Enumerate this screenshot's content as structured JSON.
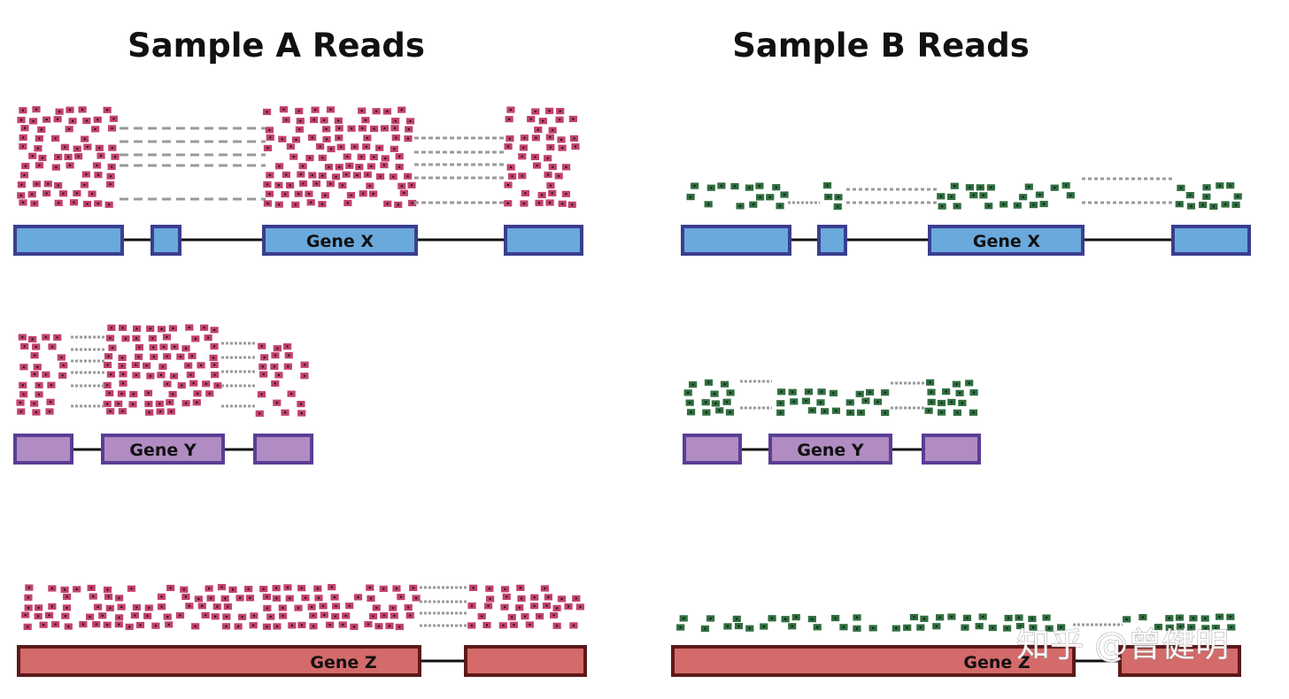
{
  "titles": {
    "sample_a": "Sample A Reads",
    "sample_b": "Sample B Reads"
  },
  "genes": {
    "x": "Gene X",
    "y": "Gene Y",
    "z": "Gene Z"
  },
  "watermark": "知乎 @曾健明",
  "colors": {
    "sample_a_read": "#c2416e",
    "sample_b_read": "#2f6e3f",
    "gene_x_fill": "#6aa9dc",
    "gene_x_border": "#3b3e8f",
    "gene_y_fill": "#b08cc2",
    "gene_y_border": "#5a3e96",
    "gene_z_fill": "#d46a6a",
    "gene_z_border": "#5c1a1a",
    "intron": "#111111",
    "junction_a": "#9a9a9a",
    "junction_b": "#9a9a9a"
  }
}
